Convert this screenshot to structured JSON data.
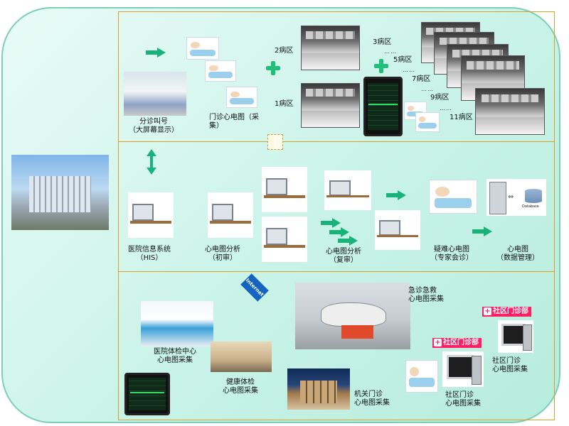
{
  "labels": {
    "triage_call": "分诊叫号\n（大屏幕显示）",
    "outpatient_ecg": "门诊心电图（采\n集）",
    "ward_1": "1病区",
    "ward_2": "2病区",
    "ward_3": "3病区",
    "ward_5": "5病区",
    "ward_7": "7病区",
    "ward_9": "9病区",
    "ward_11": "11病区",
    "dots": "……",
    "his": "医院信息系统\n（HIS）",
    "ecg_first": "心电图分析\n（初审）",
    "ecg_review": "心电图分析\n（复审）",
    "expert_consult": "疑难心电图\n（专家会诊）",
    "ecg_data": "心电图\n（数据管理）",
    "emergency": "急诊急救\n心电图采集",
    "hospital_checkup_center": "医院体检中心\n心电图采集",
    "health_checkup": "健康体检\n心电图采集",
    "agency_clinic": "机关门诊\n心电图采集",
    "community_clinic_a": "社区门诊\n心电图采集",
    "community_clinic_b": "社区门诊\n心电图采集",
    "badge_community": "社区门诊部",
    "internet": "Internet",
    "database": "Database"
  },
  "colors": {
    "background": "#c9f3e8",
    "frame": "#d8a02a",
    "arrow": "#19b37a",
    "cross": "#21c07a",
    "badge": "#ff1f66"
  }
}
